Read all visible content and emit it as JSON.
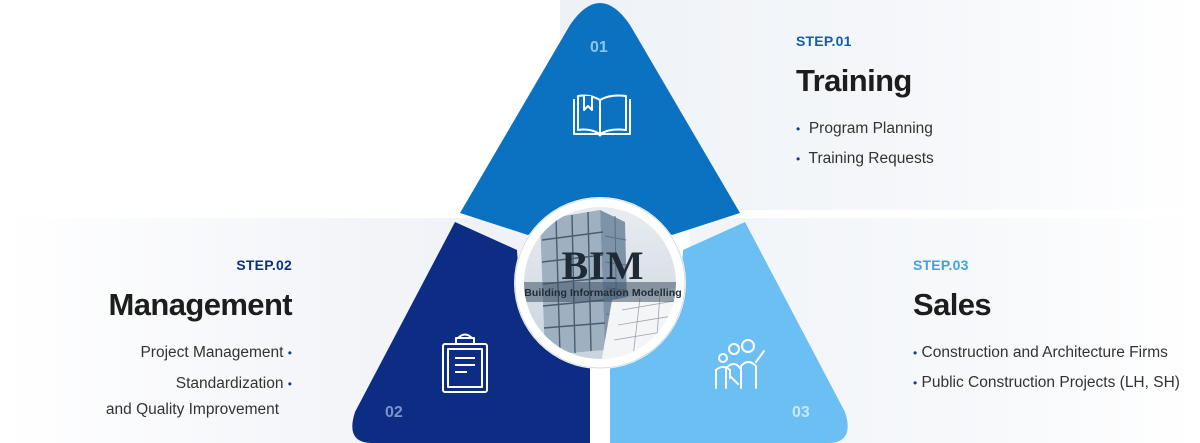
{
  "center": {
    "title": "BIM",
    "subtitle": "Building Information Modelling"
  },
  "steps": [
    {
      "number": "01",
      "label": "STEP.01",
      "title": "Training",
      "items": [
        "Program Planning",
        "Training Requests"
      ],
      "icon": "open-book-icon",
      "color": "#0a72c0"
    },
    {
      "number": "02",
      "label": "STEP.02",
      "title": "Management",
      "items": [
        "Project Management",
        "Standardization",
        "and Quality Improvement"
      ],
      "icon": "clipboard-icon",
      "color": "#0c2d83"
    },
    {
      "number": "03",
      "label": "STEP.03",
      "title": "Sales",
      "items": [
        "Construction and Architecture Firms",
        "Public Construction Projects (LH, SH)"
      ],
      "icon": "people-icon",
      "color": "#6bbff2"
    }
  ]
}
